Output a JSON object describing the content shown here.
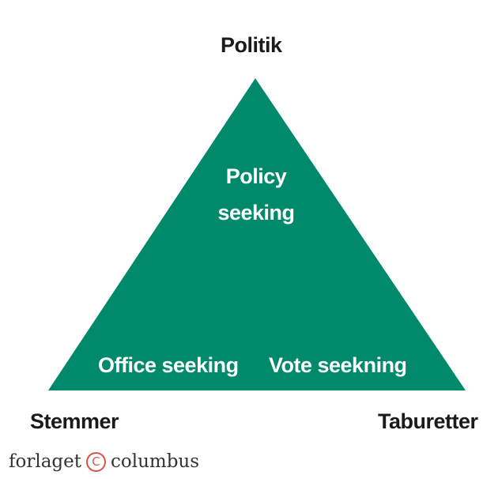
{
  "diagram": {
    "fill_color": "#008a6b",
    "vertices": {
      "top": "Politik",
      "left": "Stemmer",
      "right": "Taburetter"
    },
    "inner": {
      "policy_line1": "Policy",
      "policy_line2": "seeking",
      "office": "Office seeking",
      "vote": "Vote seekning"
    }
  },
  "footer": {
    "publisher_left": "forlaget",
    "publisher_mark": "C",
    "publisher_right": "columbus",
    "mark_color": "#d4574a"
  }
}
